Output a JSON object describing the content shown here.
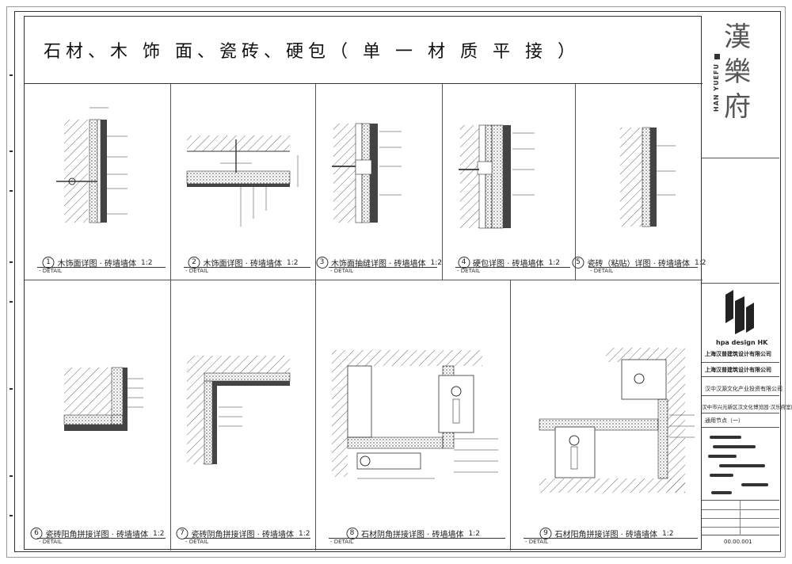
{
  "sheet_title": "石材、木 饰 面、瓷砖、硬包（ 单 一 材 质 平 接 ）",
  "details": [
    {
      "num": "1",
      "title": "木饰面详图 · 砖墙墙体",
      "scale": "1:2",
      "sub": "- DETAIL"
    },
    {
      "num": "2",
      "title": "木饰面详图 · 砖墙墙体",
      "scale": "1:2",
      "sub": "- DETAIL"
    },
    {
      "num": "3",
      "title": "木饰面抽缝详图 · 砖墙墙体",
      "scale": "1:2",
      "sub": "- DETAIL"
    },
    {
      "num": "4",
      "title": "硬包详图 · 砖墙墙体",
      "scale": "1:2",
      "sub": "- DETAIL"
    },
    {
      "num": "5",
      "title": "瓷砖（粘贴）详图 · 砖墙墙体",
      "scale": "1:2",
      "sub": "- DETAIL"
    },
    {
      "num": "6",
      "title": "瓷砖阳角拼接详图 · 砖墙墙体",
      "scale": "1:2",
      "sub": "- DETAIL"
    },
    {
      "num": "7",
      "title": "瓷砖阴角拼接详图 · 砖墙墙体",
      "scale": "1:2",
      "sub": "- DETAIL"
    },
    {
      "num": "8",
      "title": "石材阴角拼接详图 · 砖墙墙体",
      "scale": "1:2",
      "sub": "- DETAIL"
    },
    {
      "num": "9",
      "title": "石材阳角拼接详图 · 砖墙墙体",
      "scale": "1:2",
      "sub": "- DETAIL"
    }
  ],
  "title_block": {
    "brand_cn_1": "漢",
    "brand_cn_2": "樂",
    "brand_cn_3": "府",
    "brand_en": "HAN YUEFU",
    "designer_brand": "hpa design HK",
    "firm_name_1": "上海汉普建筑设计有限公司",
    "firm_name_2": "上海汉普建筑设计有限公司",
    "client": "汉中汉源文化产业投资有限公司",
    "project": "汉中市兴元新区汉文化博览园·汉乐府室内设计",
    "drawing_title": "通用节点（一）",
    "drawing_no": "00.00.001"
  },
  "colors": {
    "line": "#333333",
    "hatch": "#555555",
    "fill": "#bbbbbb"
  }
}
